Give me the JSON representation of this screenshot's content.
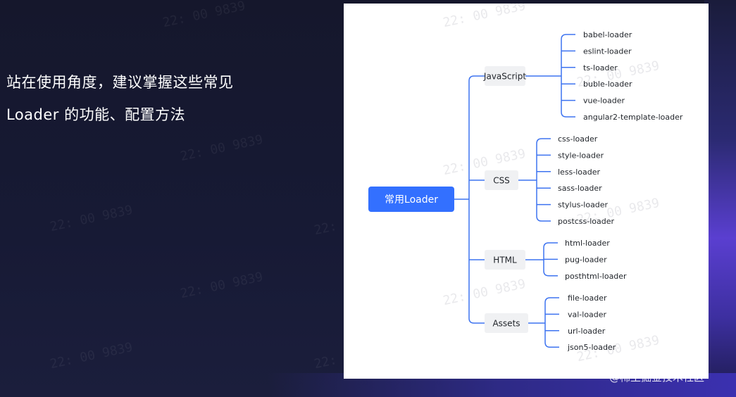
{
  "headline": {
    "line1": "站在使用角度，建议掌握这些常见",
    "line2": "Loader 的功能、配置方法"
  },
  "diagram": {
    "root": "常用Loader",
    "branches": [
      {
        "label": "JavaScript",
        "leaves": [
          "babel-loader",
          "eslint-loader",
          "ts-loader",
          "buble-loader",
          "vue-loader",
          "angular2-template-loader"
        ]
      },
      {
        "label": "CSS",
        "leaves": [
          "css-loader",
          "style-loader",
          "less-loader",
          "sass-loader",
          "stylus-loader",
          "postcss-loader"
        ]
      },
      {
        "label": "HTML",
        "leaves": [
          "html-loader",
          "pug-loader",
          "posthtml-loader"
        ]
      },
      {
        "label": "Assets",
        "leaves": [
          "file-loader",
          "val-loader",
          "url-loader",
          "json5-loader"
        ]
      }
    ],
    "colors": {
      "root_fill": "#3370ff",
      "line": "#3d73f0",
      "node_fill": "#f0f1f3",
      "text": "#1f2329"
    }
  },
  "watermark": "22: 00 9839",
  "credit": "@稀土掘金技术社区"
}
